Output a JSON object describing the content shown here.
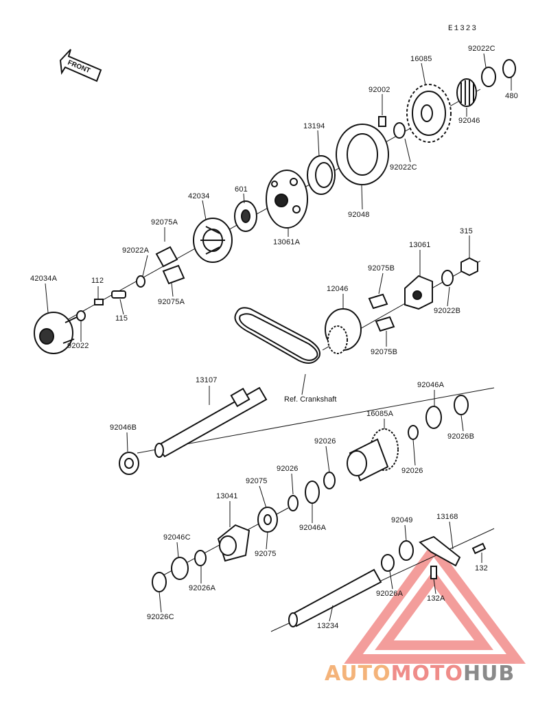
{
  "diagram_code": "E1323",
  "front_label": "FRONT",
  "reference_label": "Ref. Crankshaft",
  "watermark": {
    "part1": "AUTO",
    "part2": "MOTO",
    "part3": "HUB"
  },
  "part_labels": [
    "92022C",
    "16085",
    "480",
    "92002",
    "92046",
    "13194",
    "92022C",
    "92048",
    "601",
    "42034",
    "13061A",
    "92075A",
    "92022A",
    "315",
    "13061",
    "92075B",
    "42034A",
    "112",
    "115",
    "92075A",
    "92022B",
    "12046",
    "92022",
    "92075B",
    "13107",
    "92046A",
    "92046B",
    "16085A",
    "92026B",
    "92026",
    "92026",
    "92026",
    "92075",
    "13041",
    "92046A",
    "92049",
    "13168",
    "92046C",
    "92075",
    "132",
    "92026A",
    "92026A",
    "132A",
    "92026C",
    "13234"
  ],
  "colors": {
    "line": "#111111",
    "watermark_triangle": "#ef7d7a",
    "watermark_auto": "#f4b37a",
    "watermark_moto": "#ef8c89",
    "watermark_hub": "#8a8a8a"
  }
}
